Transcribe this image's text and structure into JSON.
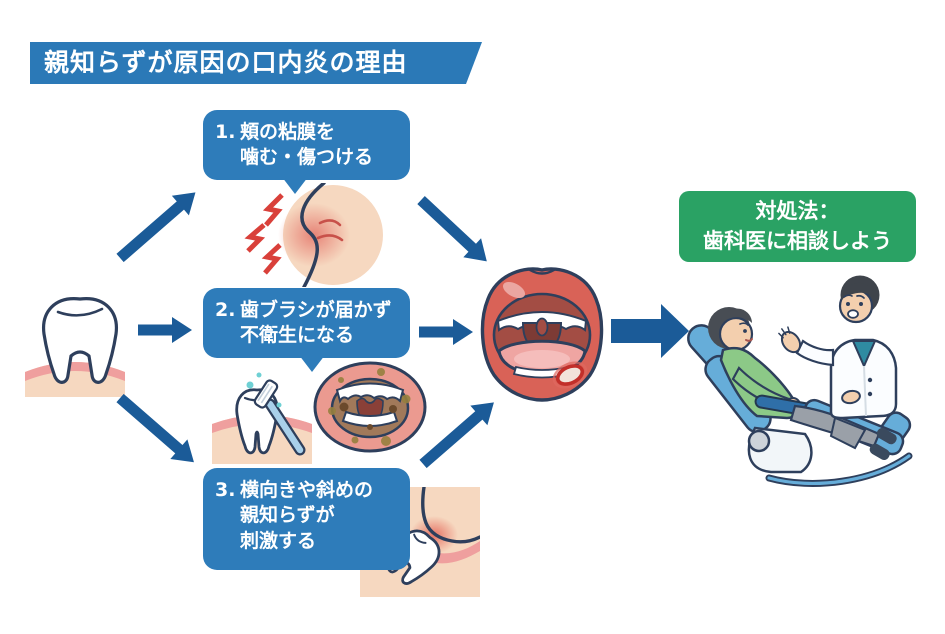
{
  "title": {
    "text": "親知らずが原因の口内炎の理由"
  },
  "causes": [
    {
      "number": "1.",
      "line1": "頬の粘膜を",
      "line2": "噛む・傷つける",
      "icon": "cheek-bite-illustration"
    },
    {
      "number": "2.",
      "line1": "歯ブラシが届かず",
      "line2": "不衛生になる",
      "icon": "toothbrush-dirty-mouth-illustration"
    },
    {
      "number": "3.",
      "line1": "横向きや斜めの",
      "line2": "親知らずが",
      "line3": "刺激する",
      "icon": "impacted-wisdom-tooth-illustration"
    }
  ],
  "solution": {
    "line1": "対処法：",
    "line2": "歯科医に相談しよう"
  },
  "icons": {
    "left": "tooth-in-gum-icon",
    "center": "inflamed-mouth-with-ulcer-icon",
    "right": "dentist-consulting-patient-icon"
  },
  "colors": {
    "banner_blue": "#2b79b7",
    "box_blue": "#2e7cba",
    "arrow_blue": "#1b5b98",
    "solution_green": "#2aa264",
    "outline_navy": "#2e3f5c",
    "skin": "#f6d8c0",
    "gum_pink": "#ef9f9e",
    "lip_red": "#d96257",
    "alert_red": "#d9403a"
  }
}
